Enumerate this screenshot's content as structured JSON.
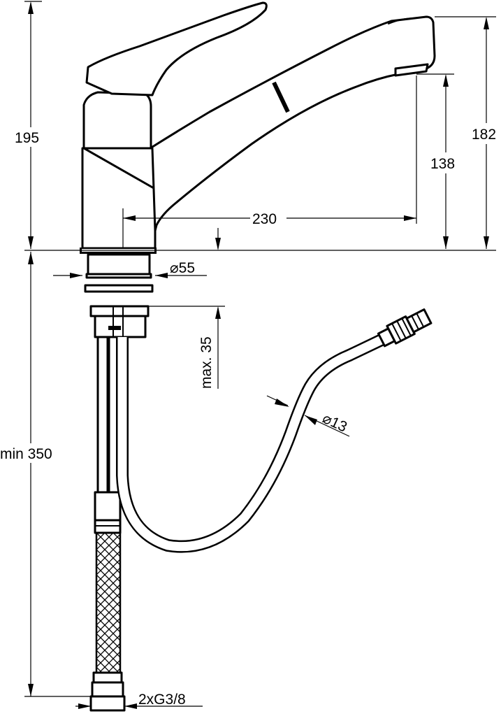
{
  "dimensions": {
    "height_total": "195",
    "spout_height_total": "182",
    "spout_outlet_height": "138",
    "spout_reach": "230",
    "base_diameter": "⌀55",
    "max_deck_thickness": "max. 35",
    "hose_diameter": "⌀13",
    "min_hose_length": "min 350",
    "connection_thread": "2xG3/8"
  }
}
